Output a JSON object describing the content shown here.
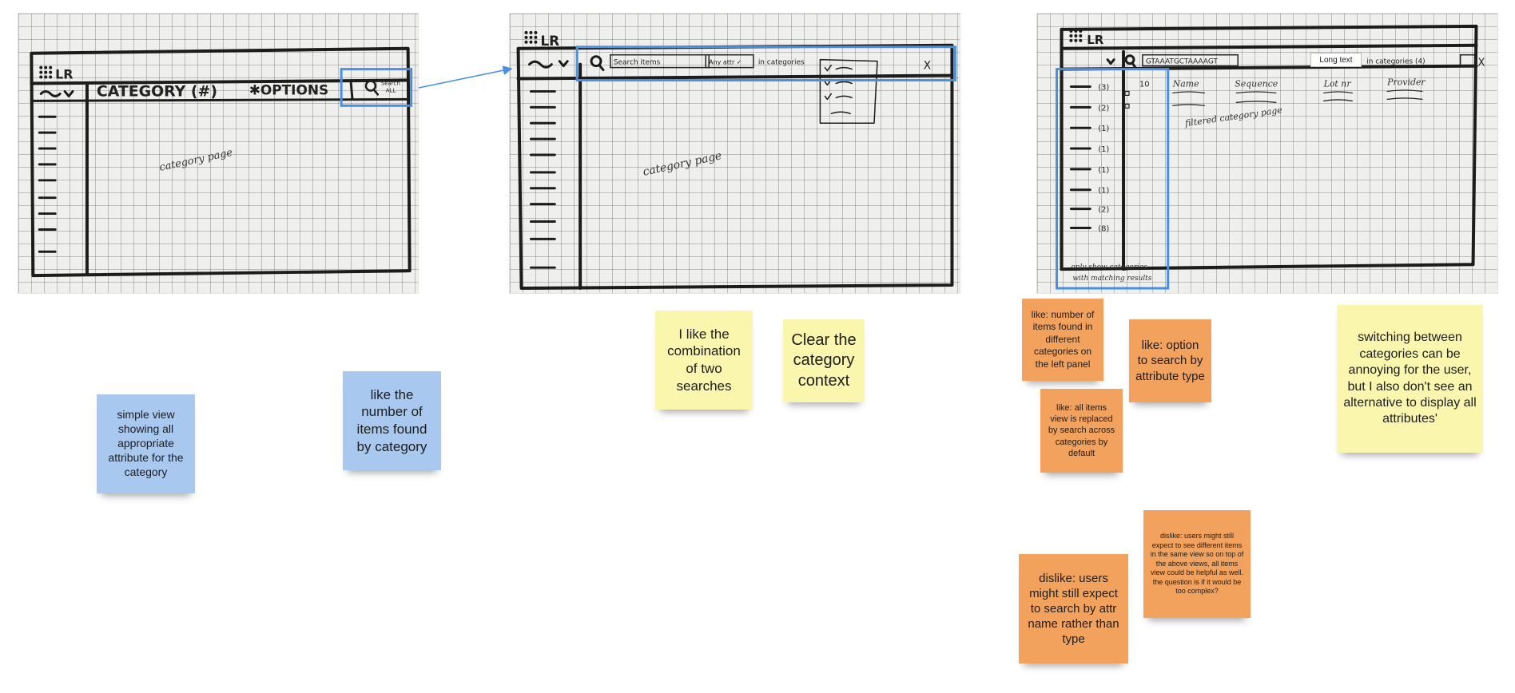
{
  "sketch1": {
    "logo": "LR",
    "header_category": "CATEGORY (#)",
    "header_options": "✱OPTIONS",
    "search_line1": "Search",
    "search_line2": "ALL",
    "body_note": "category page"
  },
  "sketch2": {
    "logo": "LR",
    "search_placeholder": "Search items",
    "attr_dropdown": "Any attr ✓",
    "in_categories": "in categories",
    "close": "X",
    "body_note": "category page"
  },
  "sketch3": {
    "logo": "LR",
    "search_value": "GTAAATGCTAAAAGT",
    "long_text_label": "Long text",
    "in_categories": "in categories (4)",
    "close": "X",
    "result_count": "10",
    "columns": [
      "Name",
      "Sequence",
      "Lot nr",
      "Provider"
    ],
    "category_counts": [
      "(3)",
      "(2)",
      "(1)",
      "(1)",
      "(1)",
      "(1)",
      "(2)",
      "(8)"
    ],
    "filtered_note": "filtered category page",
    "sidebar_note_line1": "only show categories",
    "sidebar_note_line2": "with matching results"
  },
  "stickies": {
    "s1": "simple view showing all appropriate attribute for the category",
    "s2": "like the number of items found by category",
    "s3": "I like the combination of two searches",
    "s4": "Clear the category context",
    "s5": "like: number of items found in different categories on the left panel",
    "s6": "like: option to search by attribute type",
    "s7": "like: all items view is replaced by search across categories by default",
    "s8": "switching between categories can be annoying for the user, but I also don't see an alternative to display all attributes'",
    "s9": "dislike: users might still expect to see different items in the same view so on top of the above views, all items view could be helpful as well. the question is if it would be too complex?",
    "s10": "dislike: users might still expect to search by attr name rather than type"
  },
  "colors": {
    "blue_sticky": "#a9c8f0",
    "yellow_sticky": "#fbf6ae",
    "orange_sticky": "#f2a25c",
    "highlight_box": "#4a90e2"
  }
}
